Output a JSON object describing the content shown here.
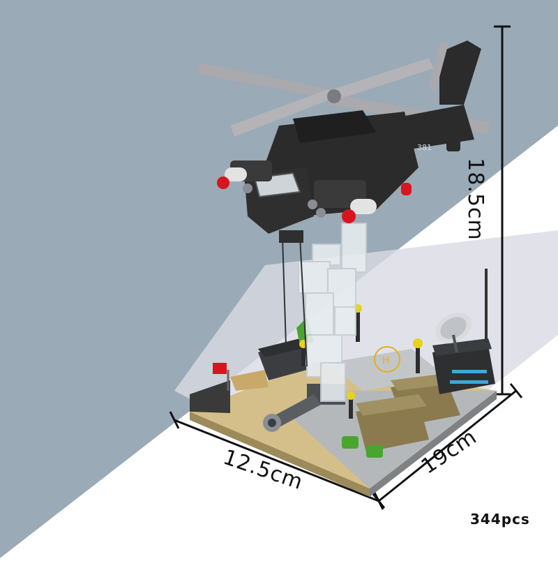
{
  "product": {
    "dimensions": {
      "height": "18.5cm",
      "width": "12.5cm",
      "depth": "19cm"
    },
    "pieces": "344pcs"
  },
  "colors": {
    "background_blue": "#9aaab6",
    "background_white": "#ffffff",
    "helicopter_body": "#2b2b2b",
    "rotor_blade": "#a9a9ae",
    "missile_tip": "#d8151e",
    "base_tan": "#d4bf8a",
    "base_grey": "#b5b8bb",
    "tank_olive": "#8a7a4e",
    "transparent_smoke": "#e6ecef",
    "plant_green": "#49a52e",
    "light_yellow": "#e8d21a"
  },
  "icons": [
    "helicopter",
    "satellite-dish",
    "antenna",
    "cannon",
    "lamp-post",
    "helipad-h"
  ]
}
